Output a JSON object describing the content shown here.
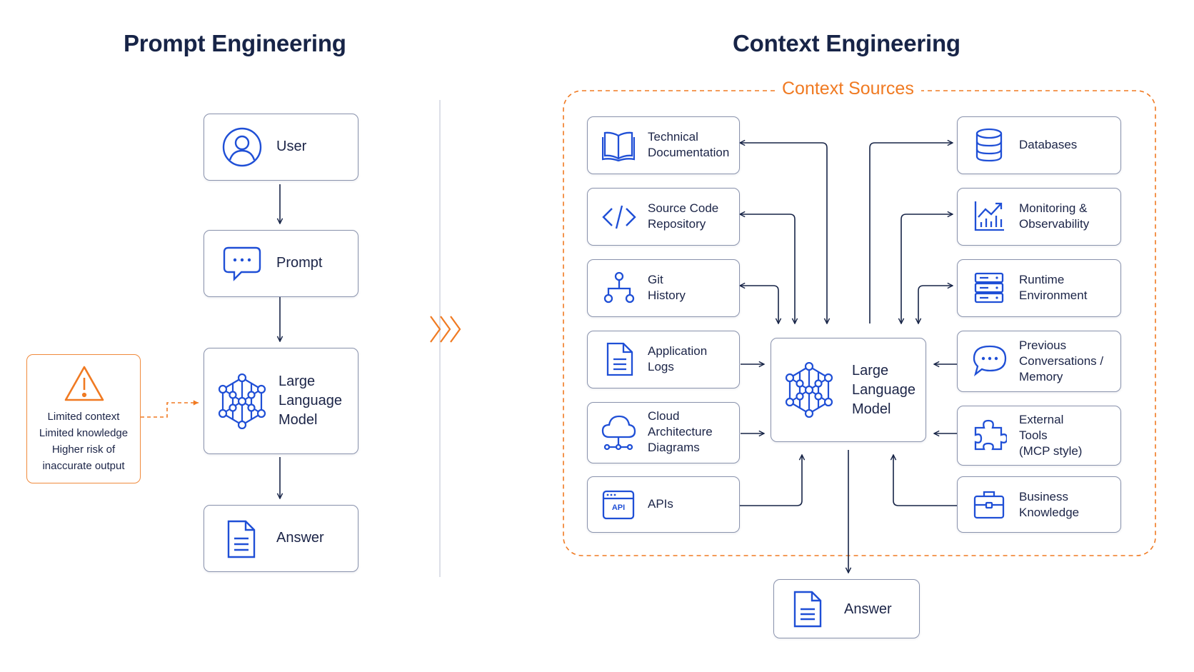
{
  "left": {
    "title": "Prompt Engineering",
    "user": "User",
    "prompt": "Prompt",
    "llm": "Large\nLanguage\nModel",
    "answer": "Answer",
    "warning": [
      "Limited context",
      "Limited knowledge",
      "Higher risk of",
      "inaccurate output"
    ]
  },
  "right": {
    "title": "Context Engineering",
    "sources_label": "Context Sources",
    "llm": "Large\nLanguage\nModel",
    "answer": "Answer",
    "sources_left": [
      {
        "label": "Technical\nDocumentation",
        "icon": "book-icon"
      },
      {
        "label": "Source Code\nRepository",
        "icon": "code-icon"
      },
      {
        "label": "Git\nHistory",
        "icon": "git-branch-icon"
      },
      {
        "label": "Application\nLogs",
        "icon": "document-icon"
      },
      {
        "label": "Cloud\nArchitecture\nDiagrams",
        "icon": "cloud-network-icon"
      },
      {
        "label": "APIs",
        "icon": "api-icon",
        "icon_text": "API"
      }
    ],
    "sources_right": [
      {
        "label": "Databases",
        "icon": "database-icon"
      },
      {
        "label": "Monitoring &\nObservability",
        "icon": "chart-icon"
      },
      {
        "label": "Runtime\nEnvironment",
        "icon": "server-icon"
      },
      {
        "label": "Previous\nConversations /\nMemory",
        "icon": "chat-bubble-icon"
      },
      {
        "label": "External\nTools\n(MCP style)",
        "icon": "puzzle-icon"
      },
      {
        "label": "Business\nKnowledge",
        "icon": "briefcase-icon"
      }
    ]
  },
  "colors": {
    "accent_blue": "#1f4fd6",
    "navy": "#172447",
    "orange": "#f07a22",
    "border": "#8a93ad"
  }
}
